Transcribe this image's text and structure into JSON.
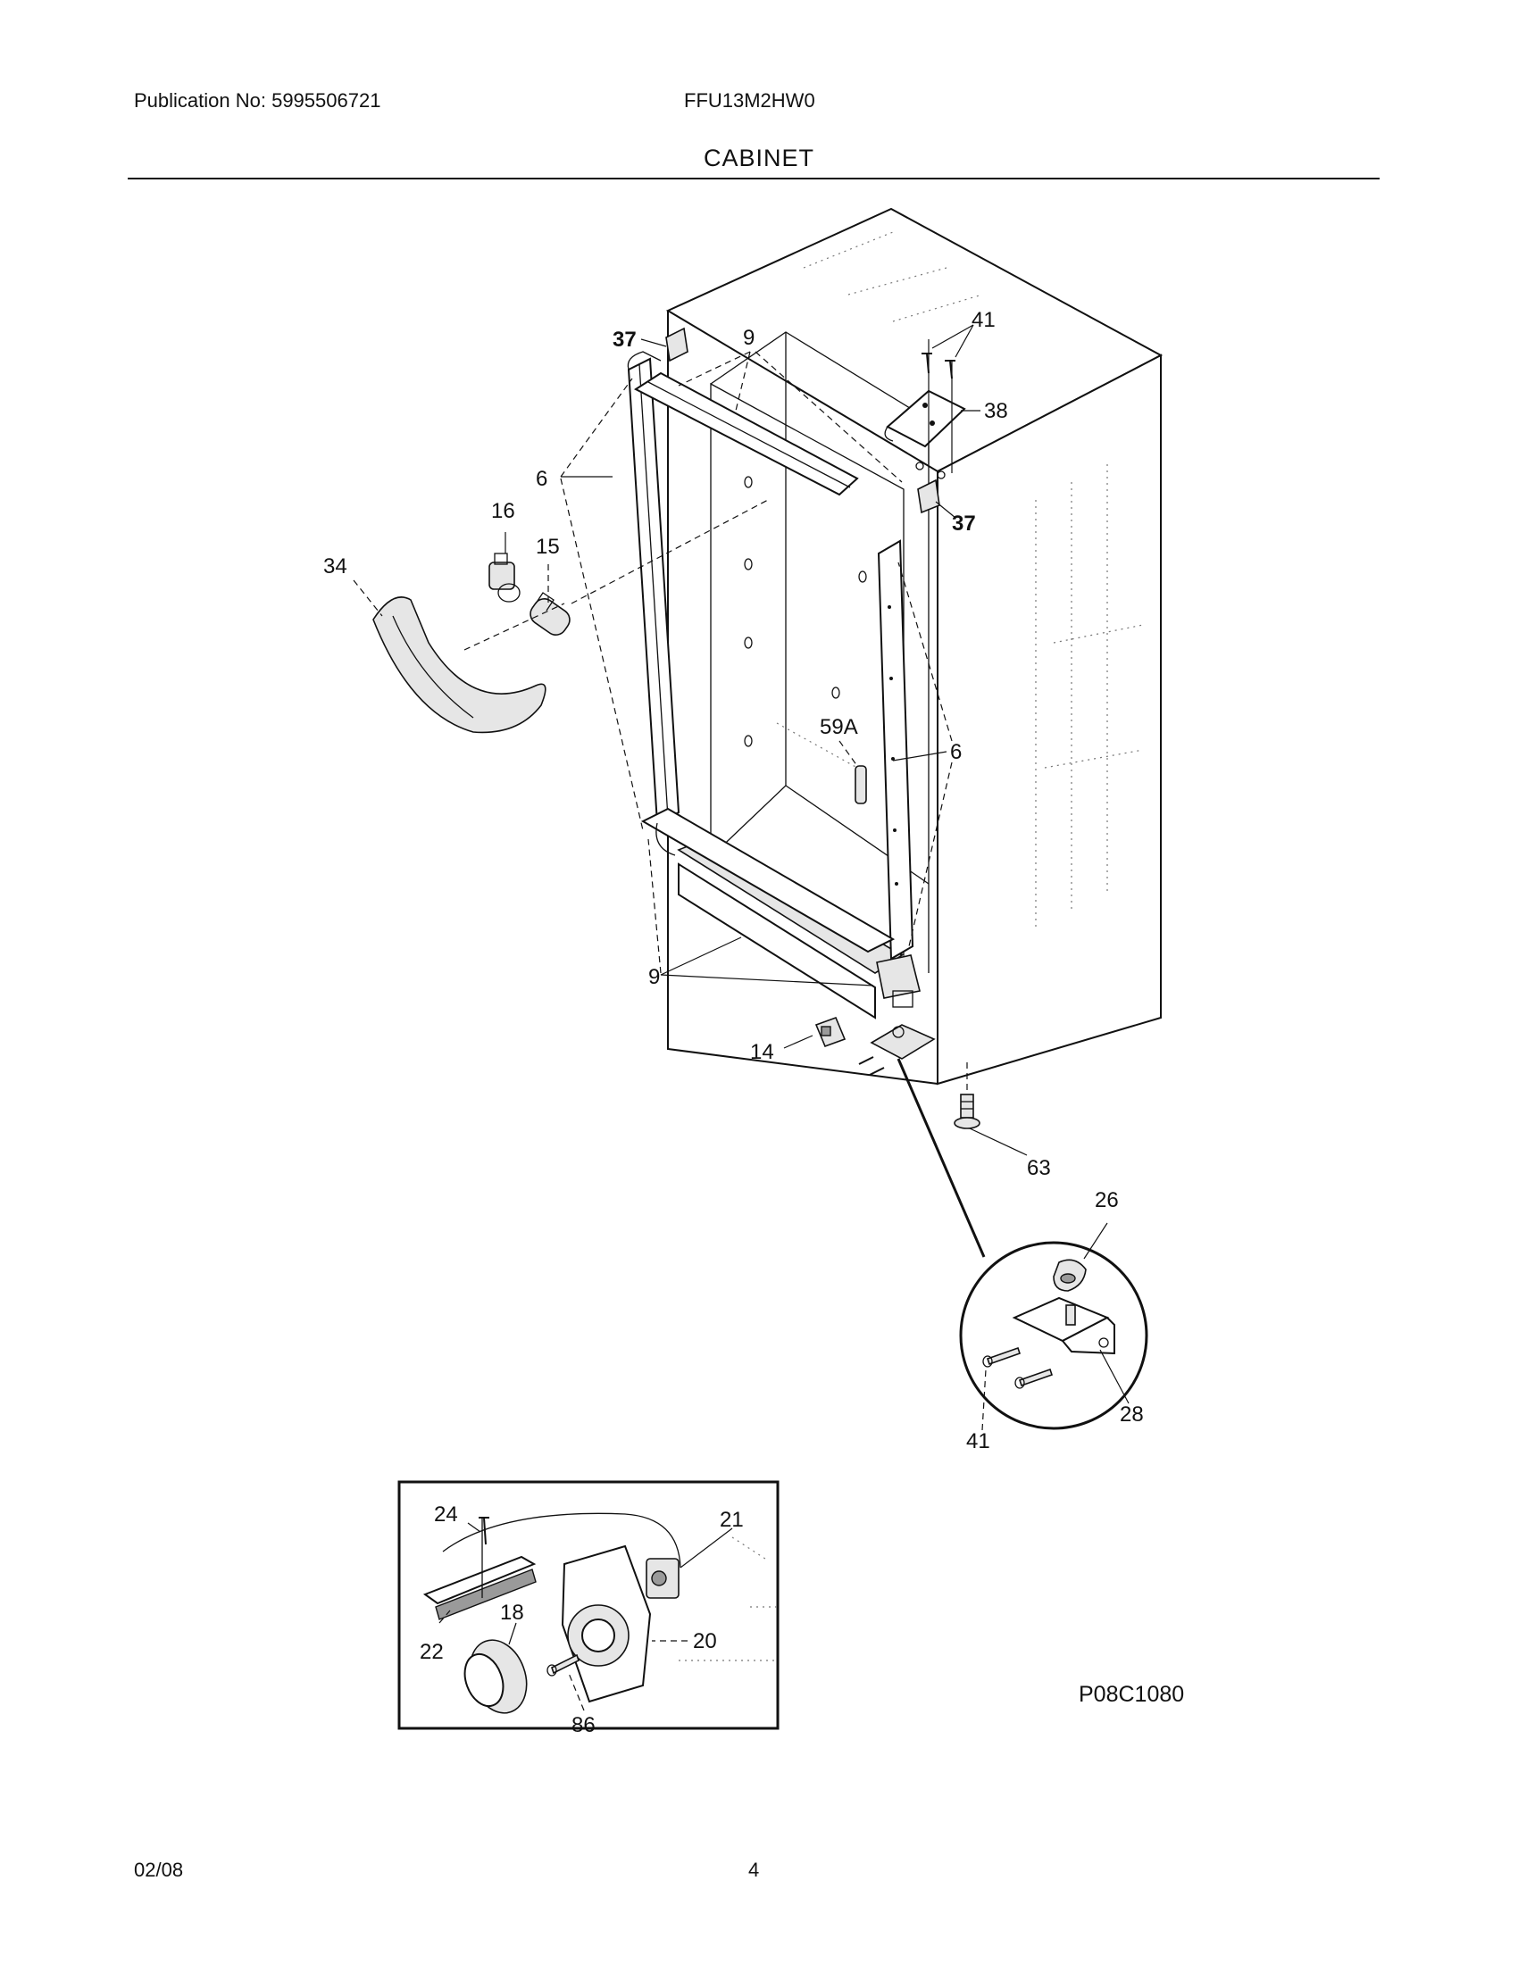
{
  "header": {
    "publication": "Publication No: 5995506721",
    "model": "FFU13M2HW0",
    "section_title": "CABINET"
  },
  "callouts": {
    "c37a": "37",
    "c37b": "37",
    "c9top": "9",
    "c9bottom": "9",
    "c41top": "41",
    "c38": "38",
    "c6left": "6",
    "c6right": "6",
    "c16": "16",
    "c15": "15",
    "c34": "34",
    "c59a": "59A",
    "c14": "14",
    "c63": "63",
    "c26": "26",
    "c28": "28",
    "c41bottom": "41",
    "c24": "24",
    "c21": "21",
    "c18": "18",
    "c20": "20",
    "c22": "22",
    "c86": "86"
  },
  "diagram_code": "P08C1080",
  "footer": {
    "date": "02/08",
    "page": "4"
  }
}
